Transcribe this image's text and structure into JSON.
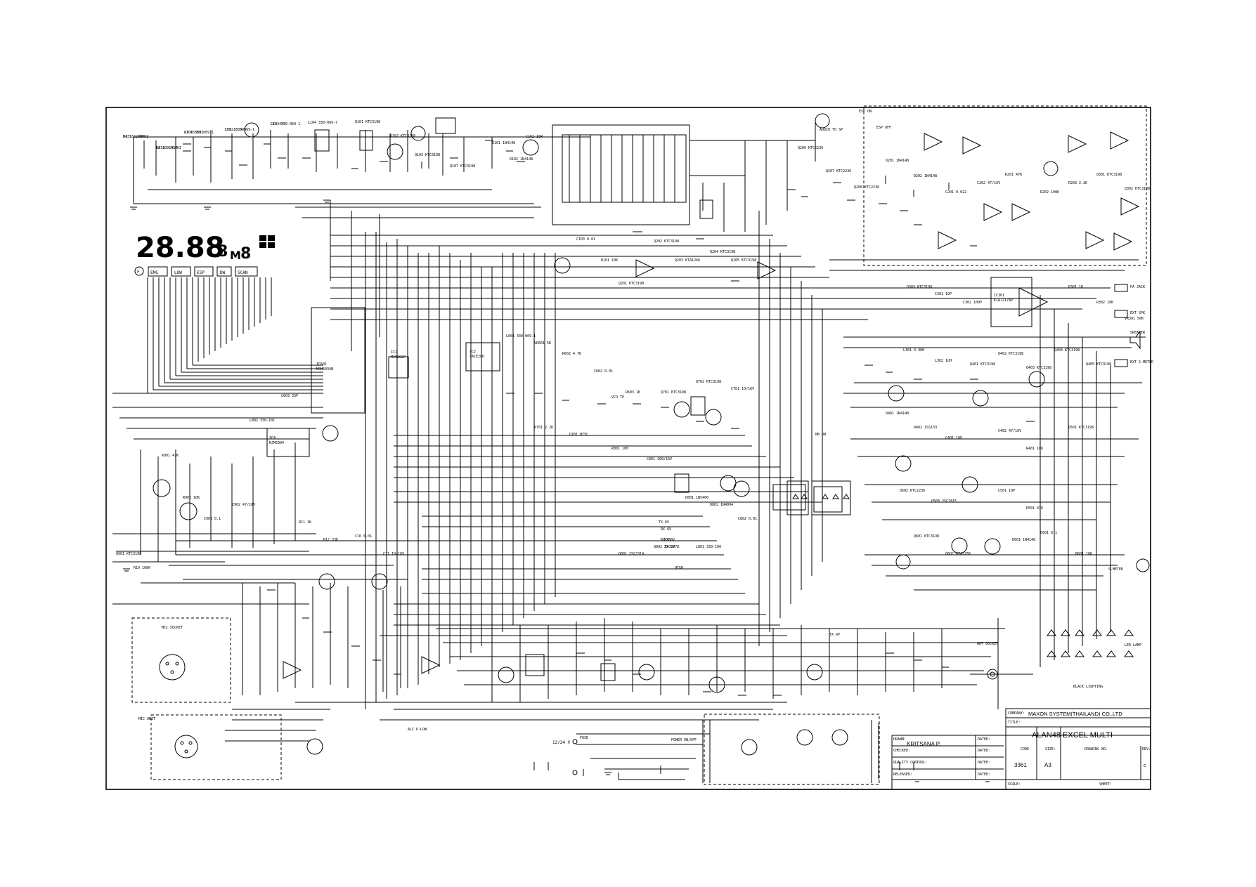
{
  "display": {
    "digits": "28.88",
    "small_digit": "8",
    "unit": "M",
    "small_digit2": "8",
    "buttons": [
      {
        "label": "F"
      },
      {
        "label": "EMG"
      },
      {
        "label": "LOW"
      },
      {
        "label": "ESP"
      },
      {
        "label": "DW"
      },
      {
        "label": "SCAN"
      }
    ]
  },
  "title_block": {
    "company_caption": "COMPANY:",
    "company": "MAXON SYSTEM(THAILAND) CO.,LTD",
    "title_caption": "TITLE:",
    "title": "ALAN48 EXCEL MULTI",
    "drawn_caption": "DRAWN:",
    "drawn_by": "KRITSANA P.",
    "checked_caption": "CHECKED:",
    "quality_caption": "QUALITY CONTROL:",
    "released_caption": "RELEASED:",
    "dated_caption": "DATED:",
    "code_caption": "CODE",
    "code": "3361",
    "size_caption": "SIZE:",
    "size": "A3",
    "drawing_caption": "DRAWING NO.",
    "rev_caption": "REV:",
    "rev": "c",
    "scale_caption": "SCALE:",
    "sheet_caption": "SHEET:"
  },
  "connectors": {
    "power": "12/24 V",
    "fuse": "FUSE",
    "power_switch": "POWER ON/OFF",
    "mic_unit": "MIC UNIT",
    "mic_socket": "MIC SOCKET",
    "ant_socket": "ANT SOCKET",
    "speaker": "SPEAKER",
    "ext_spk": "EXT SPK",
    "ext_smeter": "EXT S-METER",
    "pa_jack": "PA JACK",
    "smeter": "S-METER",
    "led_lamp": "LED LAMP",
    "black_lighting": "BLACK LIGHTING"
  },
  "ics": [
    {
      "ref": "IC601",
      "part": "MSM6034N"
    },
    {
      "ref": "IC2",
      "part": "TA1E20D"
    },
    {
      "ref": "IC1",
      "part": "MJ9202F"
    },
    {
      "ref": "IC301",
      "part": "KIA7217AP"
    },
    {
      "ref": "IC4",
      "part": "NJM2904"
    }
  ],
  "net_labels": [
    "VCO TP",
    "TX 6V",
    "RX 6V",
    "TX 8V",
    "RX 8V",
    "ALC P-LOW",
    "HIGH",
    "RX 9V",
    "TX 9V",
    "ESP ON",
    "ESP OFF",
    "NB ON",
    "AUDIO TO SP"
  ],
  "components": [
    "R431 4.7K",
    "C413 0.01",
    "L101 330-069-1",
    "L102 330-069-1",
    "L103 330-069-1",
    "L104 330-089-7",
    "Q101 KTC3198",
    "Q102 KTC3198",
    "Q103 KTC3198",
    "Q107 KTC3198",
    "D101 1N4148",
    "D102 1N4148",
    "C102 10P",
    "C103 0.01",
    "R101 10K",
    "Q201 KTC3198",
    "Q202 KTC3198",
    "Q203 KTA1266",
    "Q204 KTC3198",
    "Q205 KTC3198",
    "Q206 KTC2236",
    "Q207 KTC2236",
    "Q208 KTC2236",
    "D201 1N4148",
    "D202 1N4148",
    "C201 0.022",
    "C202 47/16V",
    "R201 47K",
    "R202 100K",
    "R203 2.2K",
    "Q301 KTC3198",
    "Q302 KTC3198",
    "Q303 KTC3198",
    "C301 10P",
    "C302 100P",
    "R301 1K",
    "R302 10K",
    "VR301 50K",
    "L301 3.3UH",
    "L302 1UH",
    "Q401 KTC3198",
    "Q402 KTC3198",
    "Q403 KTC3198",
    "Q404 KTC3198",
    "Q405 KTC3198",
    "D401 1N4148",
    "D402 1SS133",
    "C401 10P",
    "C402 47/16V",
    "R401 10K",
    "Q501 KTC3198",
    "Q502 KTC2236",
    "Q503 2SC1815",
    "C501 10P",
    "R501 47K",
    "Q601 KTC3198",
    "Q602 KTA1266",
    "D601 1N4148",
    "C601 0.1",
    "R601 10K",
    "L601 330-069-1",
    "VR601 5K",
    "R602 4.7K",
    "C602 0.01",
    "R603 1K",
    "Q701 KTC3198",
    "Q702 KTC3198",
    "C701 10/16V",
    "R701 2.2K",
    "D701 HZ5C",
    "R801 100",
    "C801 100/16V",
    "D801 1N5400",
    "D802 1N4004",
    "C802 0.01",
    "Q801 2SC2314",
    "Q802 2SC2078",
    "L801 330-100",
    "L802 330-101",
    "C803 33P",
    "R901 47K",
    "R902 10K",
    "C901 0.1",
    "C902 47/16V",
    "Q901 KTC3198",
    "R10 100K",
    "R11 1K",
    "R12 33K",
    "C10 0.01",
    "C11 10/16V",
    "X1 10.240MHZ",
    "X2 10.695MHZ",
    "X3 455KHZ",
    "CF1 10.695",
    "CF2 455"
  ]
}
